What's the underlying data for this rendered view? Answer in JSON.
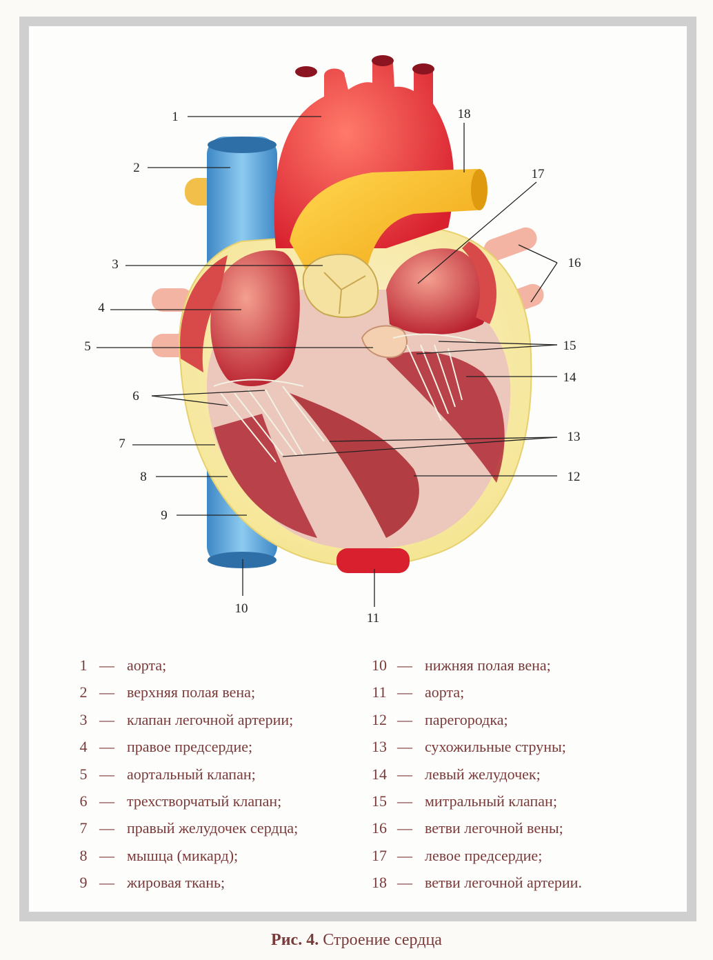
{
  "figure": {
    "callouts": [
      "1",
      "2",
      "3",
      "4",
      "5",
      "6",
      "7",
      "8",
      "9",
      "10",
      "11",
      "12",
      "13",
      "14",
      "15",
      "16",
      "17",
      "18"
    ]
  },
  "legend": [
    {
      "num": "1",
      "dash": "—",
      "text": "аорта;"
    },
    {
      "num": "2",
      "dash": "—",
      "text": "верхняя полая вена;"
    },
    {
      "num": "3",
      "dash": "—",
      "text": "клапан легочной артерии;"
    },
    {
      "num": "4",
      "dash": "—",
      "text": "правое предсердие;"
    },
    {
      "num": "5",
      "dash": "—",
      "text": "аортальный клапан;"
    },
    {
      "num": "6",
      "dash": "—",
      "text": "трехстворчатый клапан;"
    },
    {
      "num": "7",
      "dash": "—",
      "text": "правый желудочек сердца;"
    },
    {
      "num": "8",
      "dash": "—",
      "text": "мышца (микард);"
    },
    {
      "num": "9",
      "dash": "—",
      "text": "жировая ткань;"
    },
    {
      "num": "10",
      "dash": "—",
      "text": "нижняя полая вена;"
    },
    {
      "num": "11",
      "dash": "—",
      "text": "аорта;"
    },
    {
      "num": "12",
      "dash": "—",
      "text": "парегородка;"
    },
    {
      "num": "13",
      "dash": "—",
      "text": "сухожильные струны;"
    },
    {
      "num": "14",
      "dash": "—",
      "text": "левый желудочек;"
    },
    {
      "num": "15",
      "dash": "—",
      "text": "митральный клапан;"
    },
    {
      "num": "16",
      "dash": "—",
      "text": "ветви легочной вены;"
    },
    {
      "num": "17",
      "dash": "—",
      "text": "левое предсердие;"
    },
    {
      "num": "18",
      "dash": "—",
      "text": "ветви легочной артерии."
    }
  ],
  "caption": {
    "prefix": "Рис. 4.",
    "title": "Строение сердца"
  },
  "colors": {
    "aorta": "#e0303a",
    "vena_cava": "#5aa8dc",
    "pulmonary_artery": "#f2b21c",
    "fat": "#f6ef9c",
    "muscle": "#b8303a",
    "legend_text": "#7a3a3a"
  }
}
